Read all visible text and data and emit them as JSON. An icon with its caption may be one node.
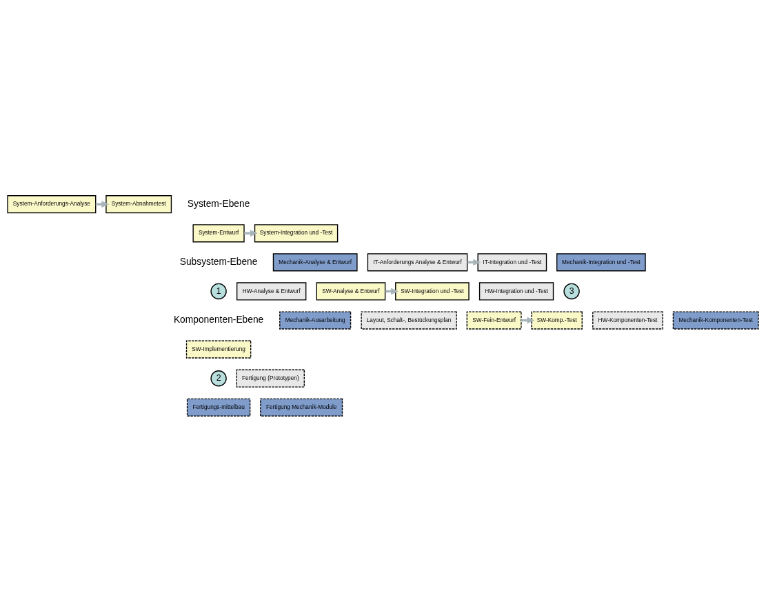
{
  "diagram": {
    "nodes": [
      {
        "text": [
          "System-Anforderungs-Analyse"
        ]
      },
      {
        "text": [
          "System-Abnahmetest"
        ]
      },
      {
        "text": [
          "System-Entwurf"
        ]
      },
      {
        "text": [
          "System-Integration und -Test"
        ]
      },
      {
        "text": [
          "Mechanik-Analyse & Entwurf"
        ]
      },
      {
        "text": [
          "IT-Anforderungs Analyse & Entwurf"
        ]
      },
      {
        "text": [
          "IT-Integration und -Test"
        ]
      },
      {
        "text": [
          "HW-Analyse & Entwurf"
        ]
      },
      {
        "text": [
          "SW-Analyse & Entwurf"
        ]
      },
      {
        "text": [
          "SW-Integration und -Test"
        ]
      },
      {
        "text": [
          "HW-Integration und -Test"
        ]
      },
      {
        "text": [
          "Mechanik-Integration und -Test"
        ]
      },
      {
        "text": [
          "Mechanik-Ausarbeitung"
        ]
      },
      {
        "text": [
          "Layout, Schalt-, Bestückungsplan"
        ]
      },
      {
        "text": [
          "SW-Fein-Entwurf"
        ]
      },
      {
        "text": [
          "SW-Komp.-Test"
        ]
      },
      {
        "text": [
          "SW-Implementierung"
        ]
      },
      {
        "text": [
          "HW-Komponenten-Test"
        ]
      },
      {
        "text": [
          "Mechanik-Komponenten-Test"
        ]
      },
      {
        "text": [
          "Fertigung (Prototypen)"
        ]
      },
      {
        "text": [
          "Fertigungs-mittelbau"
        ]
      },
      {
        "text": [
          "Fertigung Mechanik-Module"
        ]
      }
    ],
    "edges": [
      {
        "from": 0,
        "to": 1,
        "arrow": "to"
      },
      {
        "from": 2,
        "to": 3,
        "arrow": "to"
      },
      {
        "from": 5,
        "to": 6,
        "arrow": "to"
      },
      {
        "from": 8,
        "to": 9,
        "arrow": "to"
      },
      {
        "from": 14,
        "to": 15,
        "arrow": "to"
      }
    ],
    "labels": [
      "System-Ebene",
      "Subsystem-Ebene",
      "Komponenten-Ebene",
      "1",
      "3",
      "2"
    ]
  }
}
